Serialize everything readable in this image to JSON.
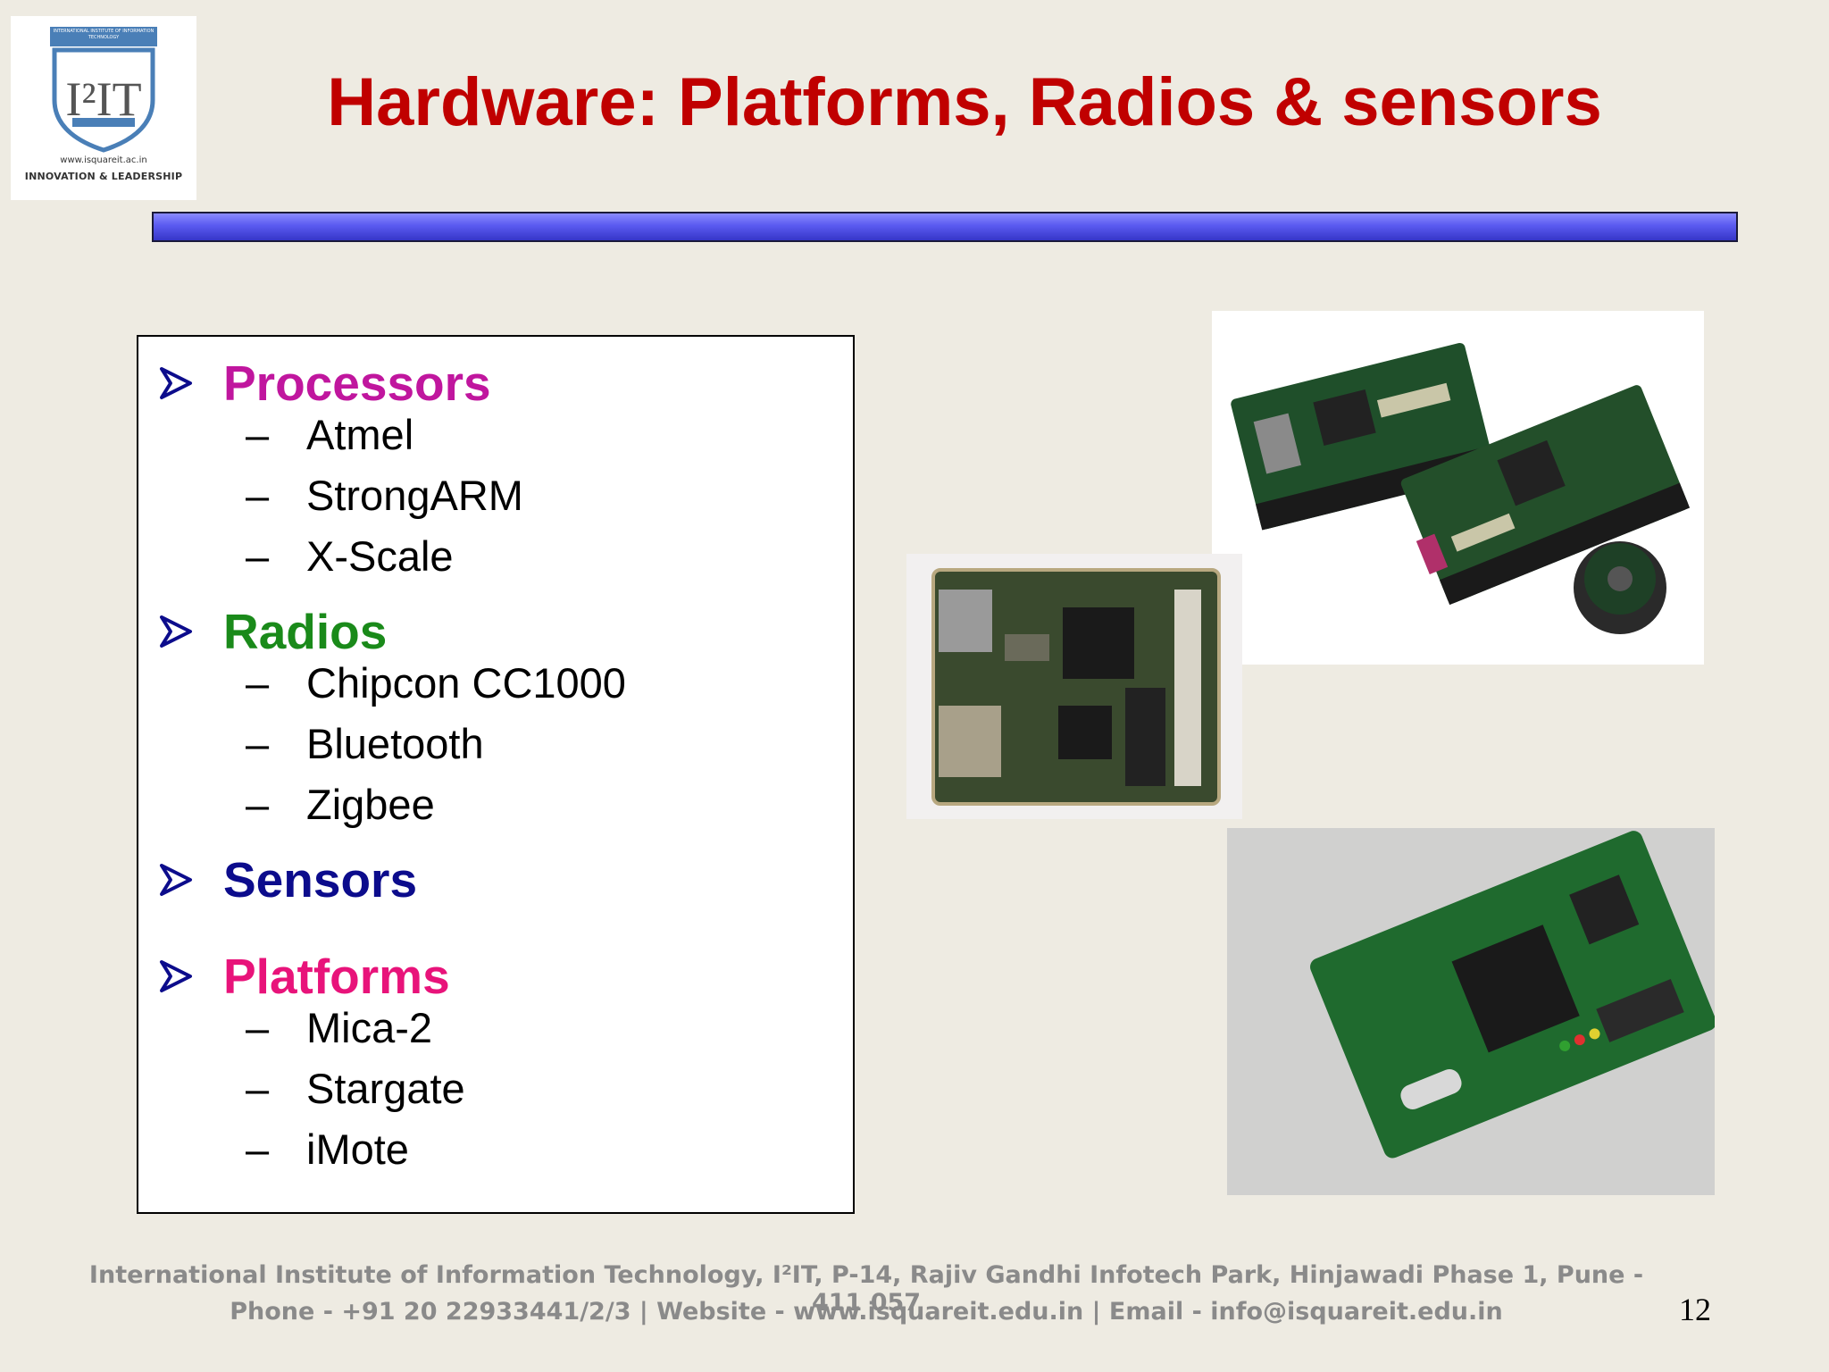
{
  "logo": {
    "ribbon_text": "INTERNATIONAL INSTITUTE OF INFORMATION TECHNOLOGY",
    "mark": "I²IT",
    "url": "www.isquareit.ac.in",
    "tagline": "INNOVATION & LEADERSHIP"
  },
  "slide": {
    "title": "Hardware: Platforms, Radios & sensors",
    "page_number": "12"
  },
  "bullets": [
    {
      "label": "Processors",
      "color": "#c0169e",
      "items": [
        "Atmel",
        "StrongARM",
        "X-Scale"
      ]
    },
    {
      "label": "Radios",
      "color": "#1a8a1a",
      "items": [
        "Chipcon CC1000",
        "Bluetooth",
        "Zigbee"
      ]
    },
    {
      "label": "Sensors",
      "color": "#0c0c8c",
      "items": []
    },
    {
      "label": "Platforms",
      "color": "#e8137a",
      "items": [
        "Mica-2",
        "Stargate",
        "iMote"
      ]
    }
  ],
  "sub_dash": "–",
  "footer": {
    "line1": "International Institute of Information Technology, I²IT, P-14, Rajiv Gandhi Infotech Park, Hinjawadi Phase 1, Pune - 411 057",
    "line2": "Phone - +91 20 22933441/2/3 | Website - www.isquareit.edu.in | Email - info@isquareit.edu.in"
  },
  "colors": {
    "title": "#c00000",
    "arrow": "#0c0c8c",
    "bar": "#5a5af0"
  }
}
